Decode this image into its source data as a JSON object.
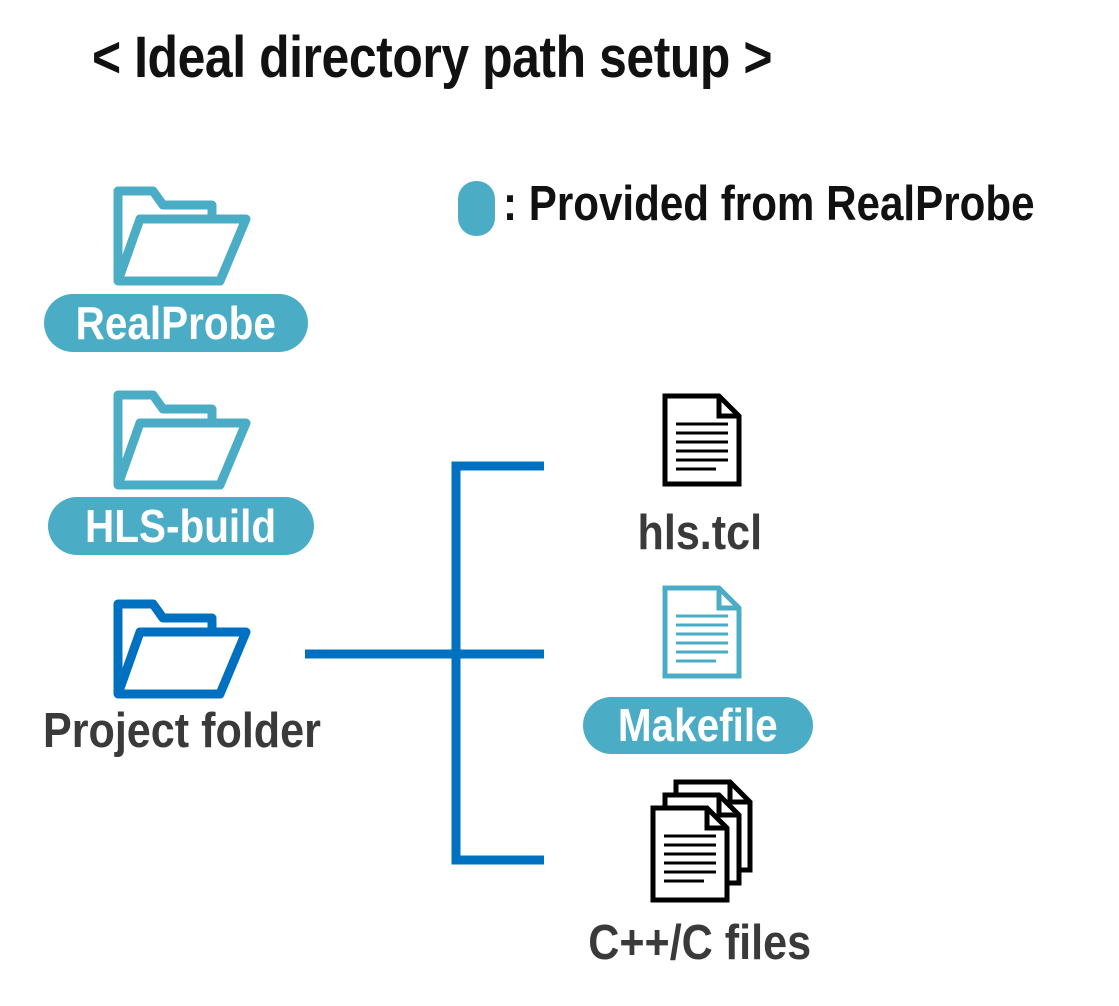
{
  "title": "< Ideal directory path setup >",
  "legend": {
    "text": ": Provided from RealProbe",
    "color": "#4bacc6"
  },
  "folders": [
    {
      "label": "RealProbe",
      "icon": "folder-icon",
      "provided": true
    },
    {
      "label": "HLS-build",
      "icon": "folder-icon",
      "provided": true
    },
    {
      "label": "Project folder",
      "icon": "folder-icon",
      "provided": false
    }
  ],
  "files": [
    {
      "label": "hls.tcl",
      "icon": "document-icon",
      "provided": false
    },
    {
      "label": "Makefile",
      "icon": "document-icon",
      "provided": true
    },
    {
      "label": "C++/C files",
      "icon": "multiple-documents-icon",
      "provided": false
    }
  ],
  "colors": {
    "provided": "#4bacc6",
    "project": "#0070c0",
    "connector": "#0070c0",
    "text_dark": "#3a3a3a"
  }
}
